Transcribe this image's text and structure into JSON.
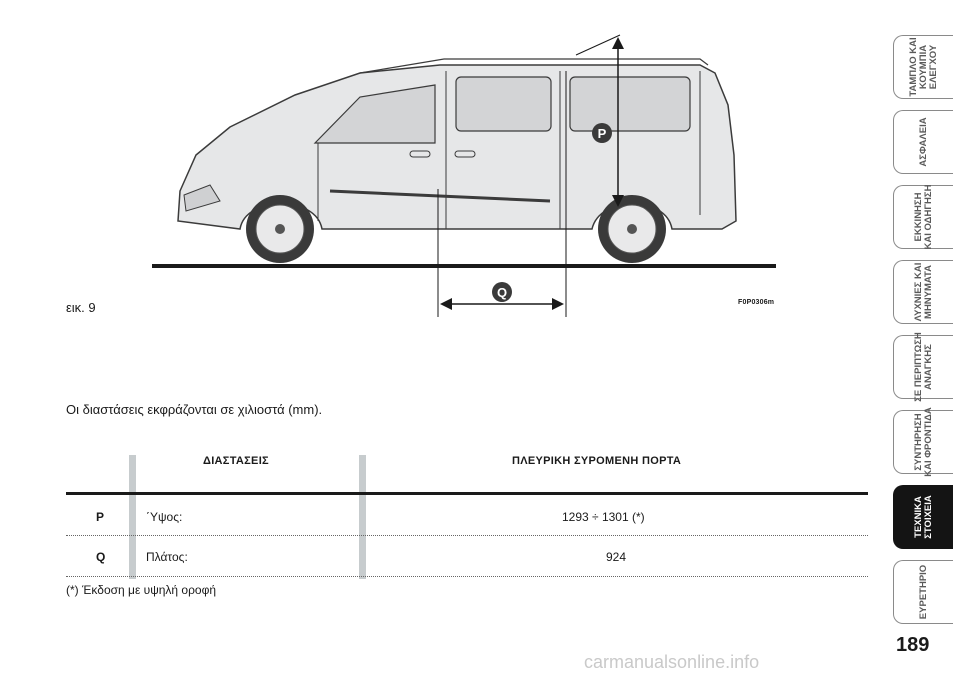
{
  "figure": {
    "caption": "εικ. 9",
    "code": "F0P0306m",
    "marker_p": "P",
    "marker_q": "Q",
    "colors": {
      "vehicle_outline": "#3b3b3b",
      "vehicle_fill": "#e6e7e8",
      "marker": "#3a3a3a",
      "ground": "#1a1a1a"
    }
  },
  "intro_text": "Οι διαστάσεις εκφράζονται σε χιλιοστά (mm).",
  "table": {
    "col1_header": "ΔΙΑΣΤΑΣΕΙΣ",
    "col2_header": "ΠΛΕΥΡΙΚΗ ΣΥΡΟΜΕΝΗ ΠΟΡΤΑ",
    "rows": [
      {
        "key": "P",
        "label": "΄Υψος:",
        "value": "1293 ÷ 1301 (*)"
      },
      {
        "key": "Q",
        "label": "Πλάτος:",
        "value": "924"
      }
    ]
  },
  "footnote": "(*) Έκδοση με υψηλή οροφή",
  "tabs": [
    {
      "label": "ΤΑΜΠΛΟ ΚΑΙ\nΚΟΥΜΠΙΑ\nΕΛΕΓΧΟΥ",
      "active": false
    },
    {
      "label": "ΑΣΦΑΛΕΙΑ",
      "active": false
    },
    {
      "label": "ΕΚΚΙΝΗΣΗ\nΚΑΙ ΟΔΗΓΗΣΗ",
      "active": false
    },
    {
      "label": "ΛΥΧΝΙΕΣ ΚΑΙ\nΜΗΝΥΜΑΤΑ",
      "active": false
    },
    {
      "label": "ΣΕ ΠΕΡΙΠΤΩΣΗ\nΑΝΑΓΚΗΣ",
      "active": false
    },
    {
      "label": "ΣΥΝΤΗΡΗΣΗ\nΚΑΙ ΦΡΟΝΤΙΔΑ",
      "active": false
    },
    {
      "label": "ΤΕΧΝΙΚΑ\nΣΤΟΙΧΕΙΑ",
      "active": true
    },
    {
      "label": "ΕΥΡΕΤΗΡΙΟ",
      "active": false
    }
  ],
  "page_number": "189",
  "watermark": "carmanualsonline.info"
}
